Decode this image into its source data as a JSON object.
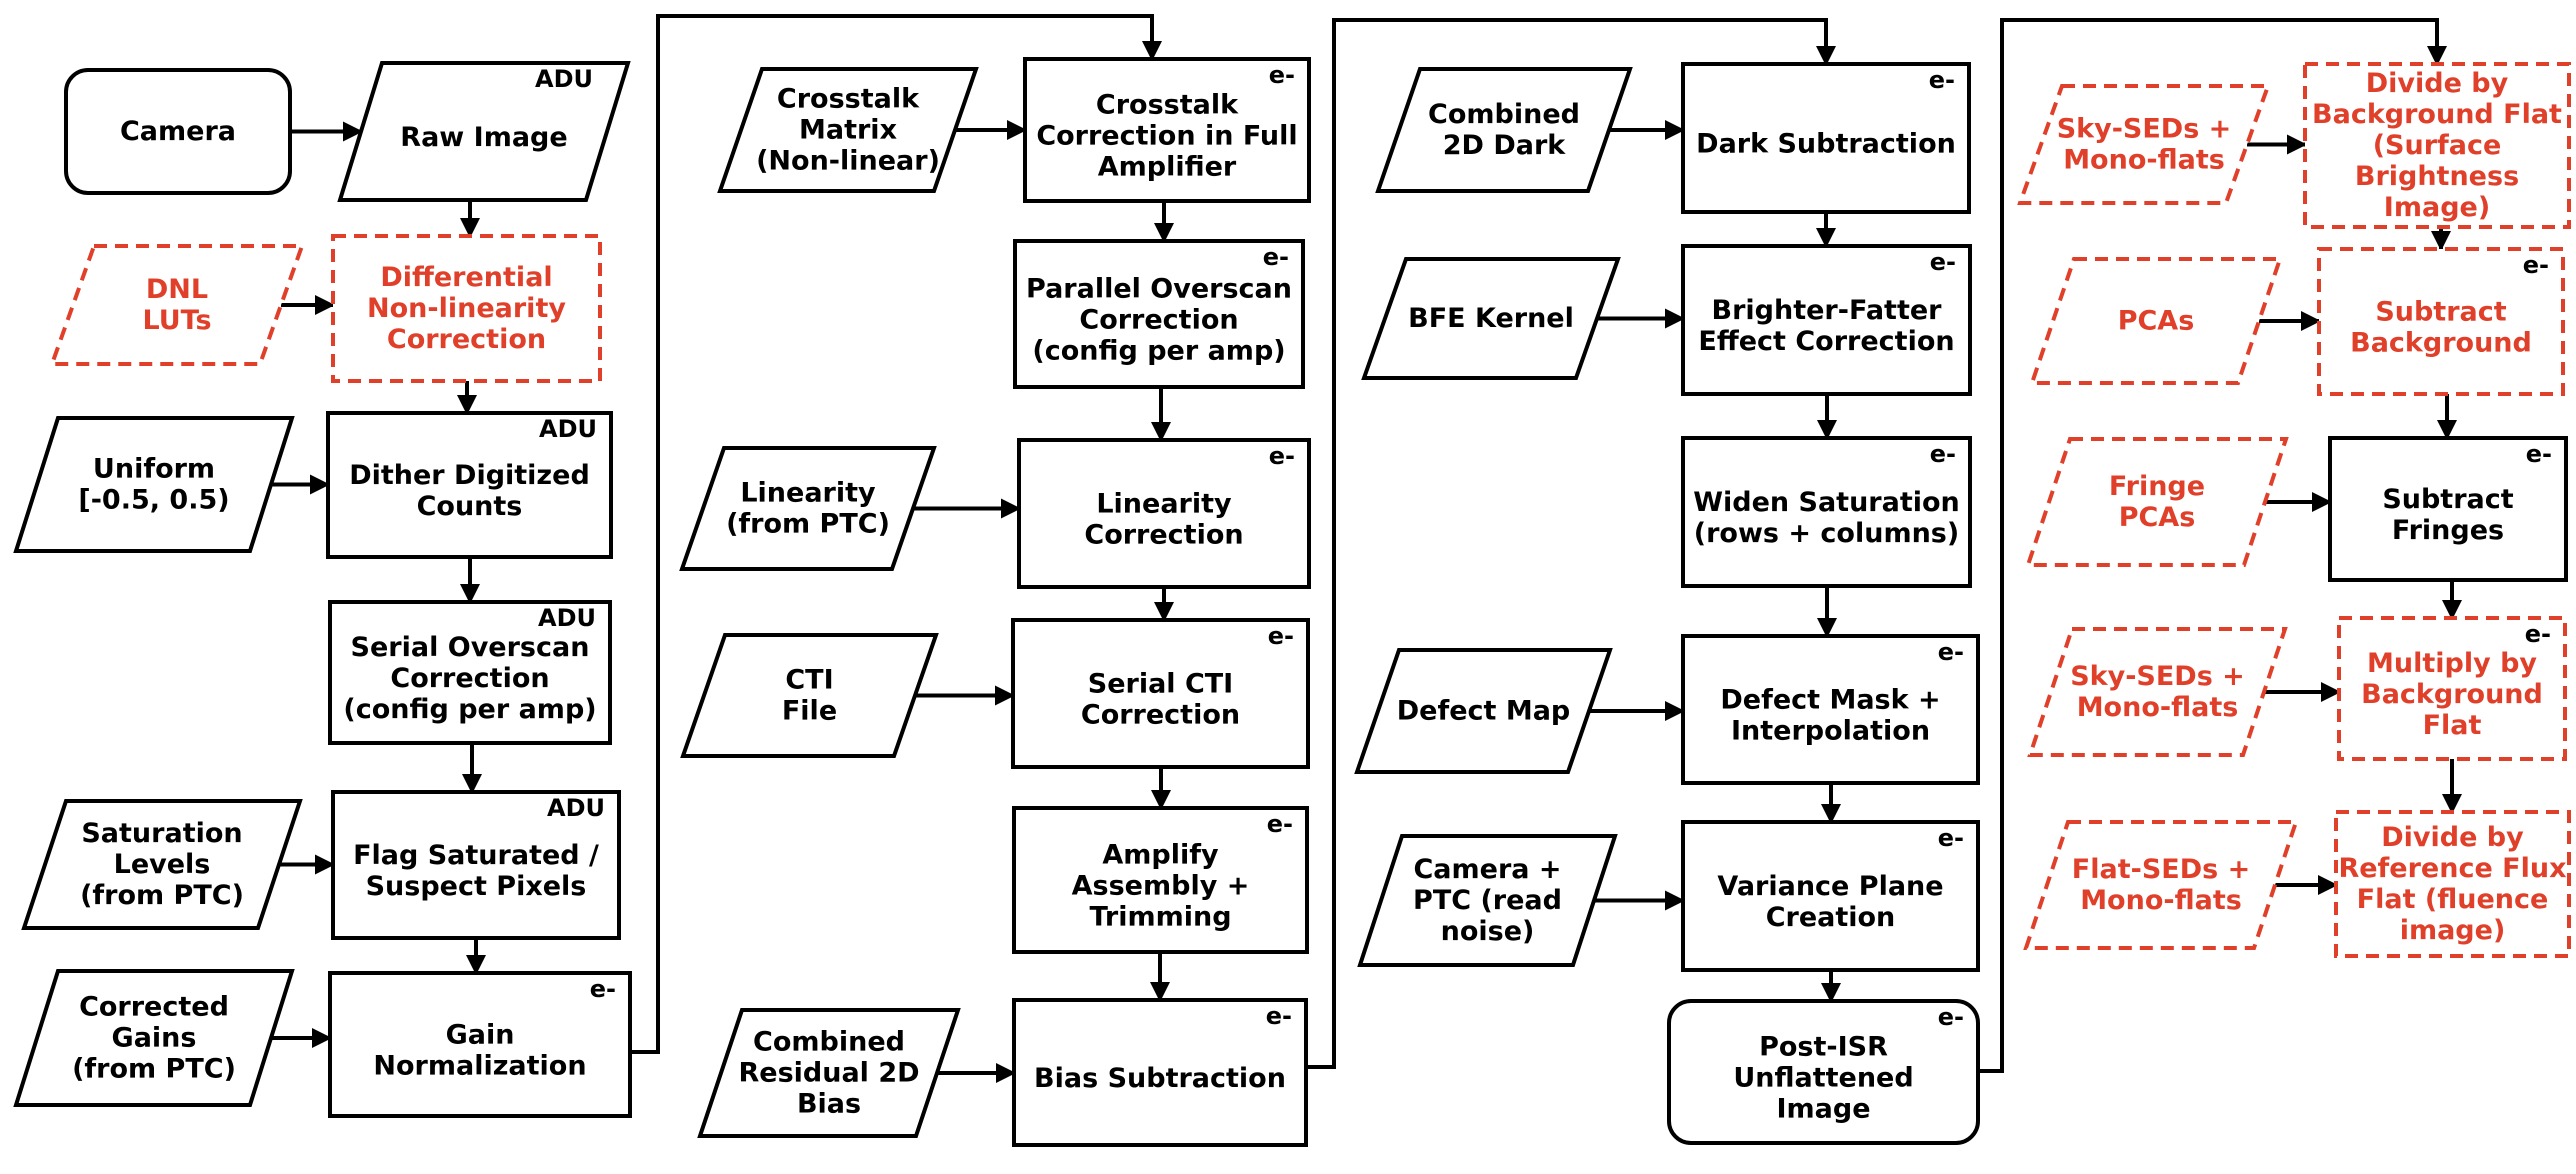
{
  "colors": {
    "primary": "#000000",
    "highlight": "#e0402a"
  },
  "nodes": [
    {
      "id": "camera",
      "lines": [
        "Camera"
      ],
      "shape": "rounded",
      "red": false
    },
    {
      "id": "raw_image",
      "lines": [
        "Raw Image"
      ],
      "unit": "ADU",
      "shape": "para",
      "red": false
    },
    {
      "id": "dnl_luts",
      "lines": [
        "DNL",
        "LUTs"
      ],
      "shape": "para",
      "red": true
    },
    {
      "id": "dnl_correction",
      "lines": [
        "Differential",
        "Non-linearity",
        "Correction"
      ],
      "shape": "rect",
      "red": true
    },
    {
      "id": "uniform",
      "lines": [
        "Uniform",
        "[-0.5, 0.5)"
      ],
      "shape": "para",
      "red": false
    },
    {
      "id": "dither",
      "lines": [
        "Dither Digitized",
        "Counts"
      ],
      "unit": "ADU",
      "shape": "rect",
      "red": false
    },
    {
      "id": "serial_overscan",
      "lines": [
        "Serial Overscan",
        "Correction",
        "(config per amp)"
      ],
      "unit": "ADU",
      "shape": "rect",
      "red": false
    },
    {
      "id": "saturation_levels",
      "lines": [
        "Saturation",
        "Levels",
        "(from PTC)"
      ],
      "shape": "para",
      "red": false
    },
    {
      "id": "flag_saturated",
      "lines": [
        "Flag Saturated /",
        "Suspect Pixels"
      ],
      "unit": "ADU",
      "shape": "rect",
      "red": false
    },
    {
      "id": "corrected_gains",
      "lines": [
        "Corrected",
        "Gains",
        "(from PTC)"
      ],
      "shape": "para",
      "red": false
    },
    {
      "id": "gain_norm",
      "lines": [
        "Gain",
        "Normalization"
      ],
      "unit": "e-",
      "shape": "rect",
      "red": false
    },
    {
      "id": "crosstalk_matrix",
      "lines": [
        "Crosstalk",
        "Matrix",
        "(Non-linear)"
      ],
      "shape": "para",
      "red": false
    },
    {
      "id": "crosstalk_corr",
      "lines": [
        "Crosstalk",
        "Correction in Full",
        "Amplifier"
      ],
      "unit": "e-",
      "shape": "rect",
      "red": false
    },
    {
      "id": "parallel_overscan",
      "lines": [
        "Parallel Overscan",
        "Correction",
        "(config per amp)"
      ],
      "unit": "e-",
      "shape": "rect",
      "red": false
    },
    {
      "id": "linearity_ptc",
      "lines": [
        "Linearity",
        "(from PTC)"
      ],
      "shape": "para",
      "red": false
    },
    {
      "id": "linearity_corr",
      "lines": [
        "Linearity",
        "Correction"
      ],
      "unit": "e-",
      "shape": "rect",
      "red": false
    },
    {
      "id": "cti_file",
      "lines": [
        "CTI",
        "File"
      ],
      "shape": "para",
      "red": false
    },
    {
      "id": "serial_cti",
      "lines": [
        "Serial CTI",
        "Correction"
      ],
      "unit": "e-",
      "shape": "rect",
      "red": false
    },
    {
      "id": "amplify_assembly",
      "lines": [
        "Amplify",
        "Assembly +",
        "Trimming"
      ],
      "unit": "e-",
      "shape": "rect",
      "red": false
    },
    {
      "id": "residual_bias",
      "lines": [
        "Combined",
        "Residual 2D",
        "Bias"
      ],
      "shape": "para",
      "red": false
    },
    {
      "id": "bias_sub",
      "lines": [
        "Bias Subtraction"
      ],
      "unit": "e-",
      "shape": "rect",
      "red": false
    },
    {
      "id": "combined_dark",
      "lines": [
        "Combined",
        "2D Dark"
      ],
      "shape": "para",
      "red": false
    },
    {
      "id": "dark_sub",
      "lines": [
        "Dark Subtraction"
      ],
      "unit": "e-",
      "shape": "rect",
      "red": false
    },
    {
      "id": "bfe_kernel",
      "lines": [
        "BFE Kernel"
      ],
      "shape": "para",
      "red": false
    },
    {
      "id": "bfe_corr",
      "lines": [
        "Brighter-Fatter",
        "Effect Correction"
      ],
      "unit": "e-",
      "shape": "rect",
      "red": false
    },
    {
      "id": "widen_sat",
      "lines": [
        "Widen Saturation",
        "(rows + columns)"
      ],
      "unit": "e-",
      "shape": "rect",
      "red": false
    },
    {
      "id": "defect_map",
      "lines": [
        "Defect Map"
      ],
      "shape": "para",
      "red": false
    },
    {
      "id": "defect_mask",
      "lines": [
        "Defect Mask +",
        "Interpolation"
      ],
      "unit": "e-",
      "shape": "rect",
      "red": false
    },
    {
      "id": "camera_ptc",
      "lines": [
        "Camera +",
        "PTC (read",
        "noise)"
      ],
      "shape": "para",
      "red": false
    },
    {
      "id": "variance_plane",
      "lines": [
        "Variance Plane",
        "Creation"
      ],
      "unit": "e-",
      "shape": "rect",
      "red": false
    },
    {
      "id": "post_isr",
      "lines": [
        "Post-ISR",
        "Unflattened",
        "Image"
      ],
      "unit": "e-",
      "shape": "rounded",
      "red": false
    },
    {
      "id": "sky_seds_1",
      "lines": [
        "Sky-SEDs +",
        "Mono-flats"
      ],
      "shape": "para",
      "red": true
    },
    {
      "id": "divide_bg_flat",
      "lines": [
        "Divide by",
        "Background Flat",
        "(Surface",
        "Brightness",
        "Image)"
      ],
      "shape": "rect",
      "red": true
    },
    {
      "id": "pcas",
      "lines": [
        "PCAs"
      ],
      "shape": "para",
      "red": true
    },
    {
      "id": "subtract_bg",
      "lines": [
        "Subtract",
        "Background"
      ],
      "unit": "e-",
      "shape": "rect",
      "red": true
    },
    {
      "id": "fringe_pcas",
      "lines": [
        "Fringe",
        "PCAs"
      ],
      "shape": "para",
      "red": true
    },
    {
      "id": "subtract_fringes",
      "lines": [
        "Subtract",
        "Fringes"
      ],
      "unit": "e-",
      "shape": "rect",
      "red": false
    },
    {
      "id": "sky_seds_2",
      "lines": [
        "Sky-SEDs +",
        "Mono-flats"
      ],
      "shape": "para",
      "red": true
    },
    {
      "id": "multiply_bg_flat",
      "lines": [
        "Multiply by",
        "Background",
        "Flat"
      ],
      "unit": "e-",
      "shape": "rect",
      "red": true
    },
    {
      "id": "flat_seds",
      "lines": [
        "Flat-SEDs +",
        "Mono-flats"
      ],
      "shape": "para",
      "red": true
    },
    {
      "id": "divide_ref_flat",
      "lines": [
        "Divide by",
        "Reference Flux",
        "Flat (fluence",
        "image)"
      ],
      "shape": "rect",
      "red": true
    }
  ],
  "edges": [
    [
      "camera",
      "raw_image"
    ],
    [
      "raw_image",
      "dnl_correction"
    ],
    [
      "dnl_luts",
      "dnl_correction"
    ],
    [
      "dnl_correction",
      "dither"
    ],
    [
      "uniform",
      "dither"
    ],
    [
      "dither",
      "serial_overscan"
    ],
    [
      "serial_overscan",
      "flag_saturated"
    ],
    [
      "saturation_levels",
      "flag_saturated"
    ],
    [
      "flag_saturated",
      "gain_norm"
    ],
    [
      "corrected_gains",
      "gain_norm"
    ],
    [
      "gain_norm",
      "crosstalk_corr"
    ],
    [
      "crosstalk_matrix",
      "crosstalk_corr"
    ],
    [
      "crosstalk_corr",
      "parallel_overscan"
    ],
    [
      "parallel_overscan",
      "linearity_corr"
    ],
    [
      "linearity_ptc",
      "linearity_corr"
    ],
    [
      "linearity_corr",
      "serial_cti"
    ],
    [
      "cti_file",
      "serial_cti"
    ],
    [
      "serial_cti",
      "amplify_assembly"
    ],
    [
      "amplify_assembly",
      "bias_sub"
    ],
    [
      "residual_bias",
      "bias_sub"
    ],
    [
      "bias_sub",
      "dark_sub"
    ],
    [
      "combined_dark",
      "dark_sub"
    ],
    [
      "dark_sub",
      "bfe_corr"
    ],
    [
      "bfe_kernel",
      "bfe_corr"
    ],
    [
      "bfe_corr",
      "widen_sat"
    ],
    [
      "widen_sat",
      "defect_mask"
    ],
    [
      "defect_map",
      "defect_mask"
    ],
    [
      "defect_mask",
      "variance_plane"
    ],
    [
      "camera_ptc",
      "variance_plane"
    ],
    [
      "variance_plane",
      "post_isr"
    ],
    [
      "post_isr",
      "divide_bg_flat"
    ],
    [
      "sky_seds_1",
      "divide_bg_flat"
    ],
    [
      "divide_bg_flat",
      "subtract_bg"
    ],
    [
      "pcas",
      "subtract_bg"
    ],
    [
      "subtract_bg",
      "subtract_fringes"
    ],
    [
      "fringe_pcas",
      "subtract_fringes"
    ],
    [
      "subtract_fringes",
      "multiply_bg_flat"
    ],
    [
      "sky_seds_2",
      "multiply_bg_flat"
    ],
    [
      "multiply_bg_flat",
      "divide_ref_flat"
    ],
    [
      "flat_seds",
      "divide_ref_flat"
    ]
  ]
}
